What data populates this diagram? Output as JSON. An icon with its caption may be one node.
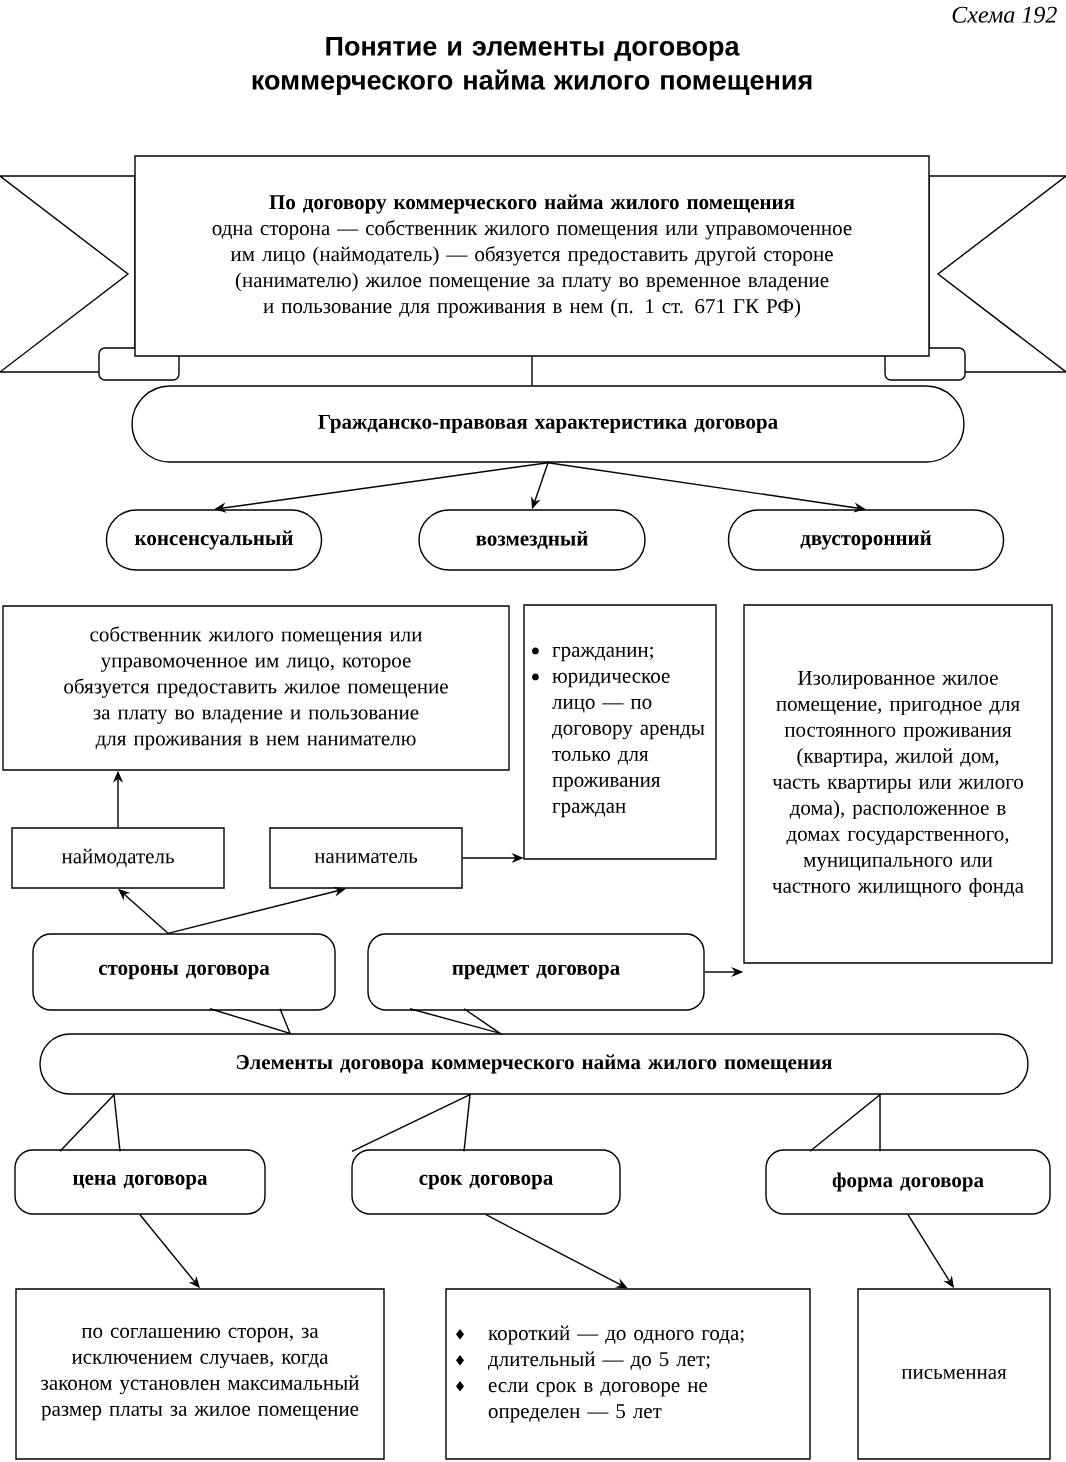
{
  "diagram": {
    "title": "Понятие и элементы договора коммерческого найма жилого помещения",
    "nodes": [
      {
        "text": [
          "По договору коммерческого найма жилого помещения",
          "одна сторона — собственник жилого помещения или управомоченное им лицо (наймодатель) — обязуется предоставить другой стороне (нанимателю) жилое помещение за плату во временное владение и пользование для проживания в нем (п. 1 ст. 671 ГК РФ)"
        ]
      },
      {
        "text": [
          "Гражданско-правовая характеристика договора"
        ]
      },
      {
        "text": [
          "консенсуальный"
        ]
      },
      {
        "text": [
          "возмездный"
        ]
      },
      {
        "text": [
          "двусторонний"
        ]
      },
      {
        "text": [
          "собственник жилого помещения или управомоченное им лицо, которое обязуется предоставить жилое помещение за плату во владение и пользование для проживания в нем нанимателю"
        ]
      },
      {
        "text": [
          "гражданин;",
          "юридическое лицо — по договору аренды только для проживания граждан"
        ]
      },
      {
        "text": [
          "Изолированное жилое помещение, пригодное для постоянного проживания (квартира, жилой дом, часть квартиры или жилого дома), расположенное в домах государственного, муниципального или частного жилищного фонда"
        ]
      },
      {
        "text": [
          "наймодатель"
        ]
      },
      {
        "text": [
          "наниматель"
        ]
      },
      {
        "text": [
          "стороны договора"
        ]
      },
      {
        "text": [
          "предмет договора"
        ]
      },
      {
        "text": [
          "Элементы договора коммерческого найма жилого помещения"
        ]
      },
      {
        "text": [
          "цена договора"
        ]
      },
      {
        "text": [
          "срок договора"
        ]
      },
      {
        "text": [
          "форма договора"
        ]
      },
      {
        "text": [
          "по соглашению сторон, за исключением случаев, когда законом установлен максимальный размер платы за жилое помещение"
        ]
      },
      {
        "text": [
          "короткий — до одного года;",
          "длительный — до 5 лет;",
          "если срок в договоре не определен — 5 лет"
        ]
      },
      {
        "text": [
          "письменная"
        ]
      }
    ],
    "edges": [
      {
        "from": 0,
        "to": 1,
        "arrow": "none"
      },
      {
        "from": 1,
        "to": 2,
        "arrow": "to"
      },
      {
        "from": 1,
        "to": 3,
        "arrow": "to"
      },
      {
        "from": 1,
        "to": 4,
        "arrow": "to"
      },
      {
        "from": 8,
        "to": 5,
        "arrow": "to"
      },
      {
        "from": 9,
        "to": 6,
        "arrow": "to"
      },
      {
        "from": 10,
        "to": 8,
        "arrow": "to"
      },
      {
        "from": 10,
        "to": 9,
        "arrow": "to"
      },
      {
        "from": 11,
        "to": 7,
        "arrow": "to"
      },
      {
        "from": 10,
        "to": 12,
        "arrow": "none"
      },
      {
        "from": 11,
        "to": 12,
        "arrow": "none"
      },
      {
        "from": 12,
        "to": 13,
        "arrow": "none"
      },
      {
        "from": 12,
        "to": 14,
        "arrow": "none"
      },
      {
        "from": 12,
        "to": 15,
        "arrow": "none"
      },
      {
        "from": 13,
        "to": 16,
        "arrow": "to"
      },
      {
        "from": 14,
        "to": 17,
        "arrow": "to"
      },
      {
        "from": 15,
        "to": 18,
        "arrow": "to"
      }
    ],
    "labels": [
      "Схема 192"
    ]
  }
}
